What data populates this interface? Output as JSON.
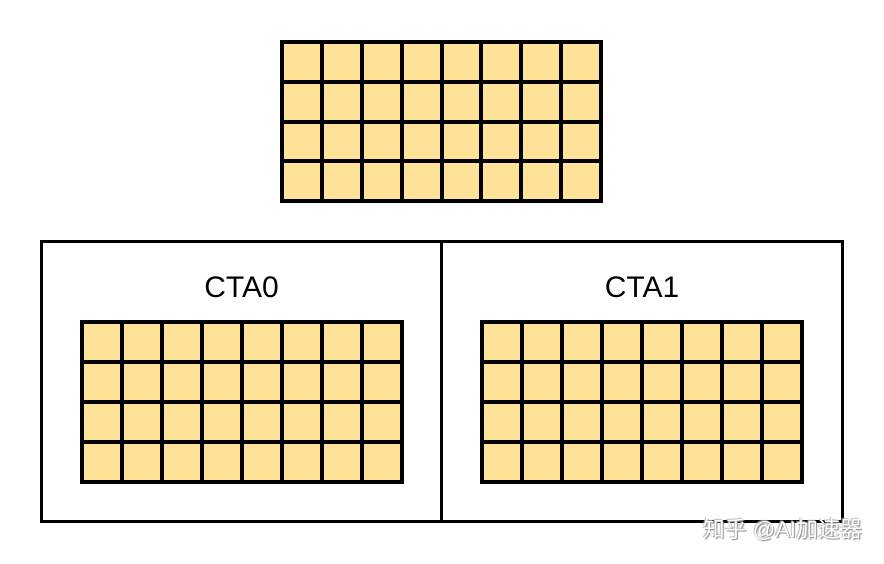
{
  "diagram": {
    "top_grid": {
      "rows": 4,
      "cols": 8,
      "fill": "#fde298"
    },
    "ctas": [
      {
        "label": "CTA0",
        "grid": {
          "rows": 4,
          "cols": 8
        }
      },
      {
        "label": "CTA1",
        "grid": {
          "rows": 4,
          "cols": 8
        }
      }
    ]
  },
  "watermark": "知乎 @AI加速器"
}
